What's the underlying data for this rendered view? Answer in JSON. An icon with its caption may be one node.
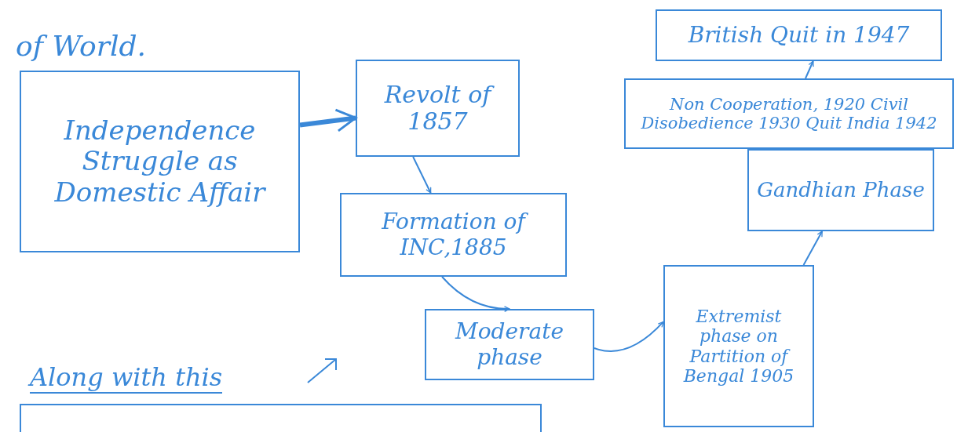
{
  "diagram": {
    "nodes": [
      {
        "text": [
          "Independence Struggle as Domestic Affair"
        ]
      },
      {
        "text": [
          "Revolt of 1857"
        ]
      },
      {
        "text": [
          "Formation of INC,1885"
        ]
      },
      {
        "text": [
          "Moderate phase"
        ]
      },
      {
        "text": [
          "Extremist phase on Partition of Bengal 1905"
        ]
      },
      {
        "text": [
          "Gandhian Phase"
        ]
      },
      {
        "text": [
          "Non Cooperation, 1920 Civil Disobedience 1930 Quit India 1942"
        ]
      },
      {
        "text": [
          "British Quit in 1947"
        ]
      },
      {
        "text": [],
        "shape": "box"
      }
    ],
    "edges": [
      {
        "from": 0,
        "to": 1,
        "arrow": "to",
        "style": "thick"
      },
      {
        "from": 1,
        "to": 2,
        "arrow": "to"
      },
      {
        "from": 2,
        "to": 3,
        "arrow": "to"
      },
      {
        "from": 3,
        "to": 4,
        "arrow": "to"
      },
      {
        "from": 4,
        "to": 5,
        "arrow": "to"
      },
      {
        "from": 5,
        "to": 6,
        "arrow": "none"
      },
      {
        "from": 6,
        "to": 7,
        "arrow": "to"
      }
    ],
    "labels": [
      "of World.",
      "Along with this"
    ]
  }
}
